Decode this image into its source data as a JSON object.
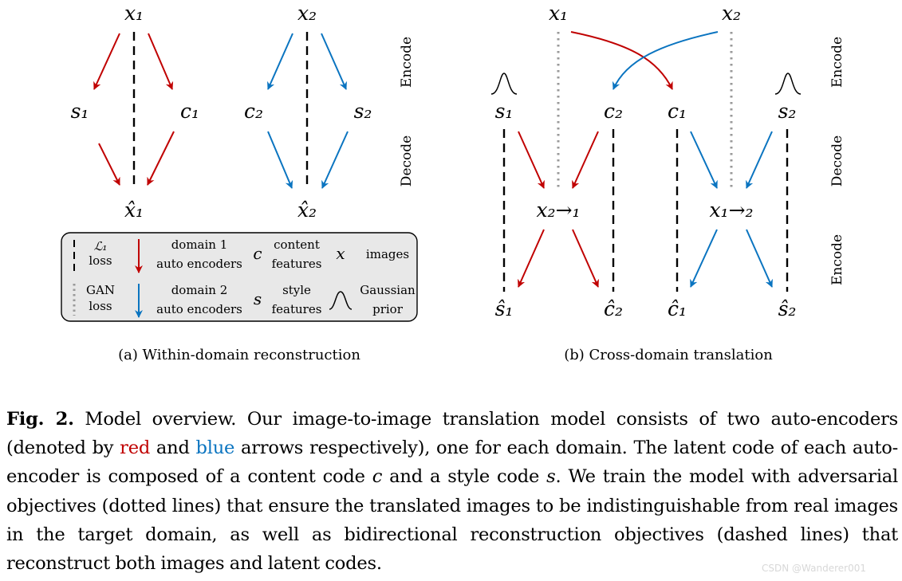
{
  "colors": {
    "red": "#c00000",
    "blue": "#0a74c0",
    "text": "#000000",
    "legend_bg": "#e8e8e8"
  },
  "panel_a": {
    "subcaption": "(a) Within-domain reconstruction",
    "nodes": {
      "x1": "x₁",
      "x2": "x₂",
      "s1": "s₁",
      "c1": "c₁",
      "c2": "c₂",
      "s2": "s₂",
      "xhat1": "x̂₁",
      "xhat2": "x̂₂"
    },
    "side_labels": [
      "Encode",
      "Decode"
    ]
  },
  "legend": {
    "l1_symbol": "ℒ₁",
    "l1_label": "loss",
    "gan_top": "GAN",
    "gan_bottom": "loss",
    "domain1_top": "domain 1",
    "domain1_bottom": "auto encoders",
    "domain2_top": "domain 2",
    "domain2_bottom": "auto encoders",
    "c_symbol": "c",
    "content_top": "content",
    "content_bottom": "features",
    "s_symbol": "s",
    "style_top": "style",
    "style_bottom": "features",
    "x_symbol": "x",
    "images_label": "images",
    "gaussian_top": "Gaussian",
    "gaussian_bottom": "prior"
  },
  "panel_b": {
    "subcaption": "(b) Cross-domain translation",
    "nodes": {
      "x1": "x₁",
      "x2": "x₂",
      "s1": "s₁",
      "c2": "c₂",
      "c1": "c₁",
      "s2": "s₂",
      "x21": "x₂→₁",
      "x12": "x₁→₂",
      "shat1": "ŝ₁",
      "chat2": "ĉ₂",
      "chat1": "ĉ₁",
      "shat2": "ŝ₂"
    },
    "side_labels": [
      "Encode",
      "Decode",
      "Encode"
    ]
  },
  "caption": {
    "fig_label": "Fig. 2.",
    "part1": " Model overview. Our image-to-image translation model consists of two auto-encoders (denoted by ",
    "red_word": "red",
    "part2": " and ",
    "blue_word": "blue",
    "part3": " arrows respectively), one for each domain. The latent code of each auto-encoder is composed of a content code ",
    "c_symbol": "c",
    "part4": " and a style code ",
    "s_symbol": "s",
    "part5": ". We train the model with adversarial objectives (dotted lines) that ensure the translated images to be indistinguishable from real images in the target domain, as well as bidirectional reconstruction objectives (dashed lines) that reconstruct both images and latent codes."
  },
  "watermark": "CSDN @Wanderer001"
}
